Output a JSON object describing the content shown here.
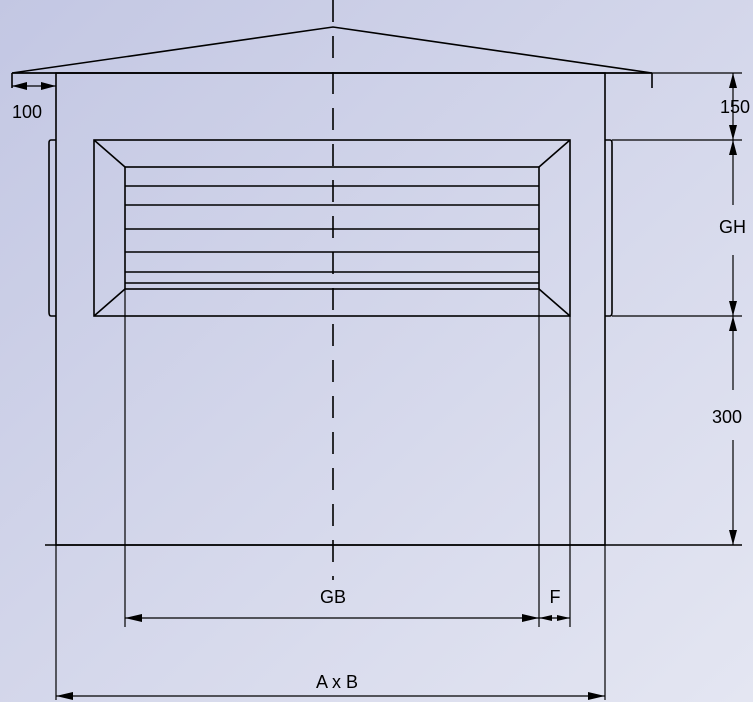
{
  "colors": {
    "background_top": "#c3c7e3",
    "background_bottom": "#e4e6f2",
    "body_fill": "#ffffff",
    "line": "#000000"
  },
  "dimensions": {
    "overhang": "100",
    "roof_offset": "150",
    "grille_height": "GH",
    "bottom_offset": "300",
    "grille_width": "GB",
    "frame_width": "F",
    "base_size": "A x B"
  }
}
